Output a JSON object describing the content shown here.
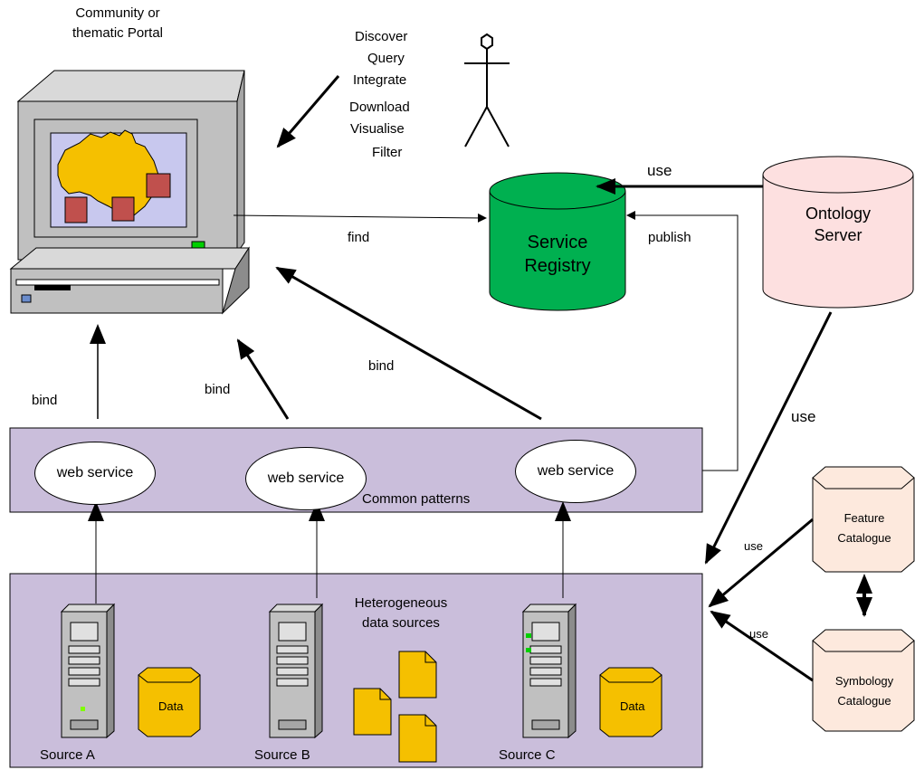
{
  "portal": {
    "title_line1": "Community or",
    "title_line2": "thematic Portal"
  },
  "actions": [
    "Discover",
    "Query",
    "Integrate",
    "Download",
    "Visualise",
    "Filter"
  ],
  "registry": {
    "line1": "Service",
    "line2": "Registry"
  },
  "ontology": {
    "line1": "Ontology",
    "line2": "Server"
  },
  "edges": {
    "find": "find",
    "publish": "publish",
    "use_top": "use",
    "use_right": "use",
    "use_feature": "use",
    "use_symbology": "use",
    "bind_left": "bind",
    "bind_mid": "bind",
    "bind_right": "bind"
  },
  "services": {
    "ws1": "web service",
    "ws2": "web service",
    "ws3": "web service",
    "common_patterns": "Common patterns"
  },
  "sources": {
    "heading_line1": "Heterogeneous",
    "heading_line2": "data sources",
    "a": "Source A",
    "b": "Source B",
    "c": "Source C",
    "data1": "Data",
    "data2": "Data"
  },
  "catalogues": {
    "feature_line1": "Feature",
    "feature_line2": "Catalogue",
    "symbology_line1": "Symbology",
    "symbology_line2": "Catalogue"
  },
  "colors": {
    "registry": "#00b050",
    "ontology": "#fde0e0",
    "catalogue": "#fde9dd",
    "panel": "#cabedb",
    "data_cylinder": "#f5c000",
    "map_land": "#f5c000",
    "map_bg": "#c8c8ee"
  }
}
